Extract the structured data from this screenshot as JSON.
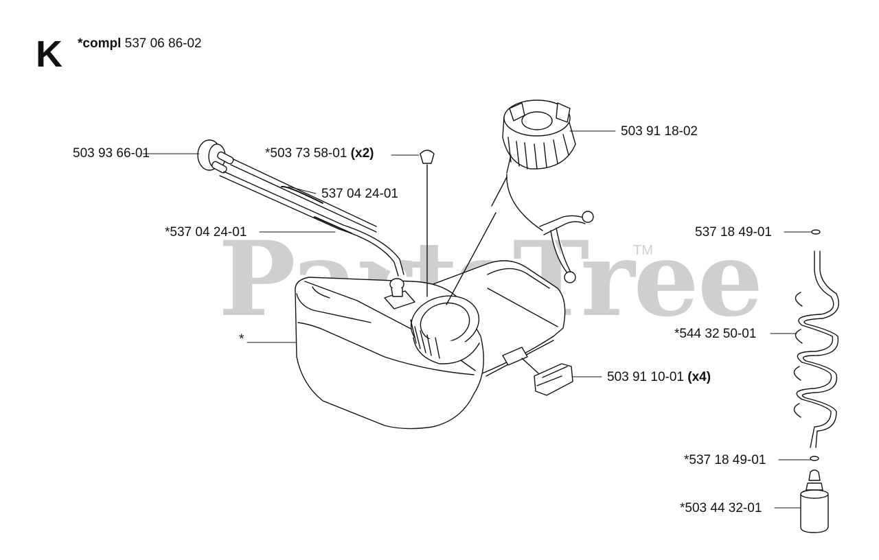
{
  "header": {
    "section_letter": "K",
    "assembly_prefix": "*compl",
    "assembly_part": "537 06 86-02"
  },
  "watermark": {
    "text": "PartsTree",
    "tm": "TM"
  },
  "callouts": {
    "primer_bulb": "503 93 66-01",
    "vent_valve": "*503 73 58-01",
    "vent_valve_qty": "(x2)",
    "fuel_hose_upper": "537 04 24-01",
    "fuel_hose_lower": "*537 04 24-01",
    "fuel_cap": "503 91 18-02",
    "tank": "*",
    "rubber_mount": "503 91 10-01",
    "rubber_mount_qty": "(x4)",
    "o_ring_top": "537 18 49-01",
    "coil_hose": "*544 32 50-01",
    "o_ring_bottom": "*537 18 49-01",
    "fuel_filter": "*503 44 32-01"
  },
  "colors": {
    "line": "#111111",
    "watermark": "#cfcfcf",
    "background": "#ffffff"
  }
}
